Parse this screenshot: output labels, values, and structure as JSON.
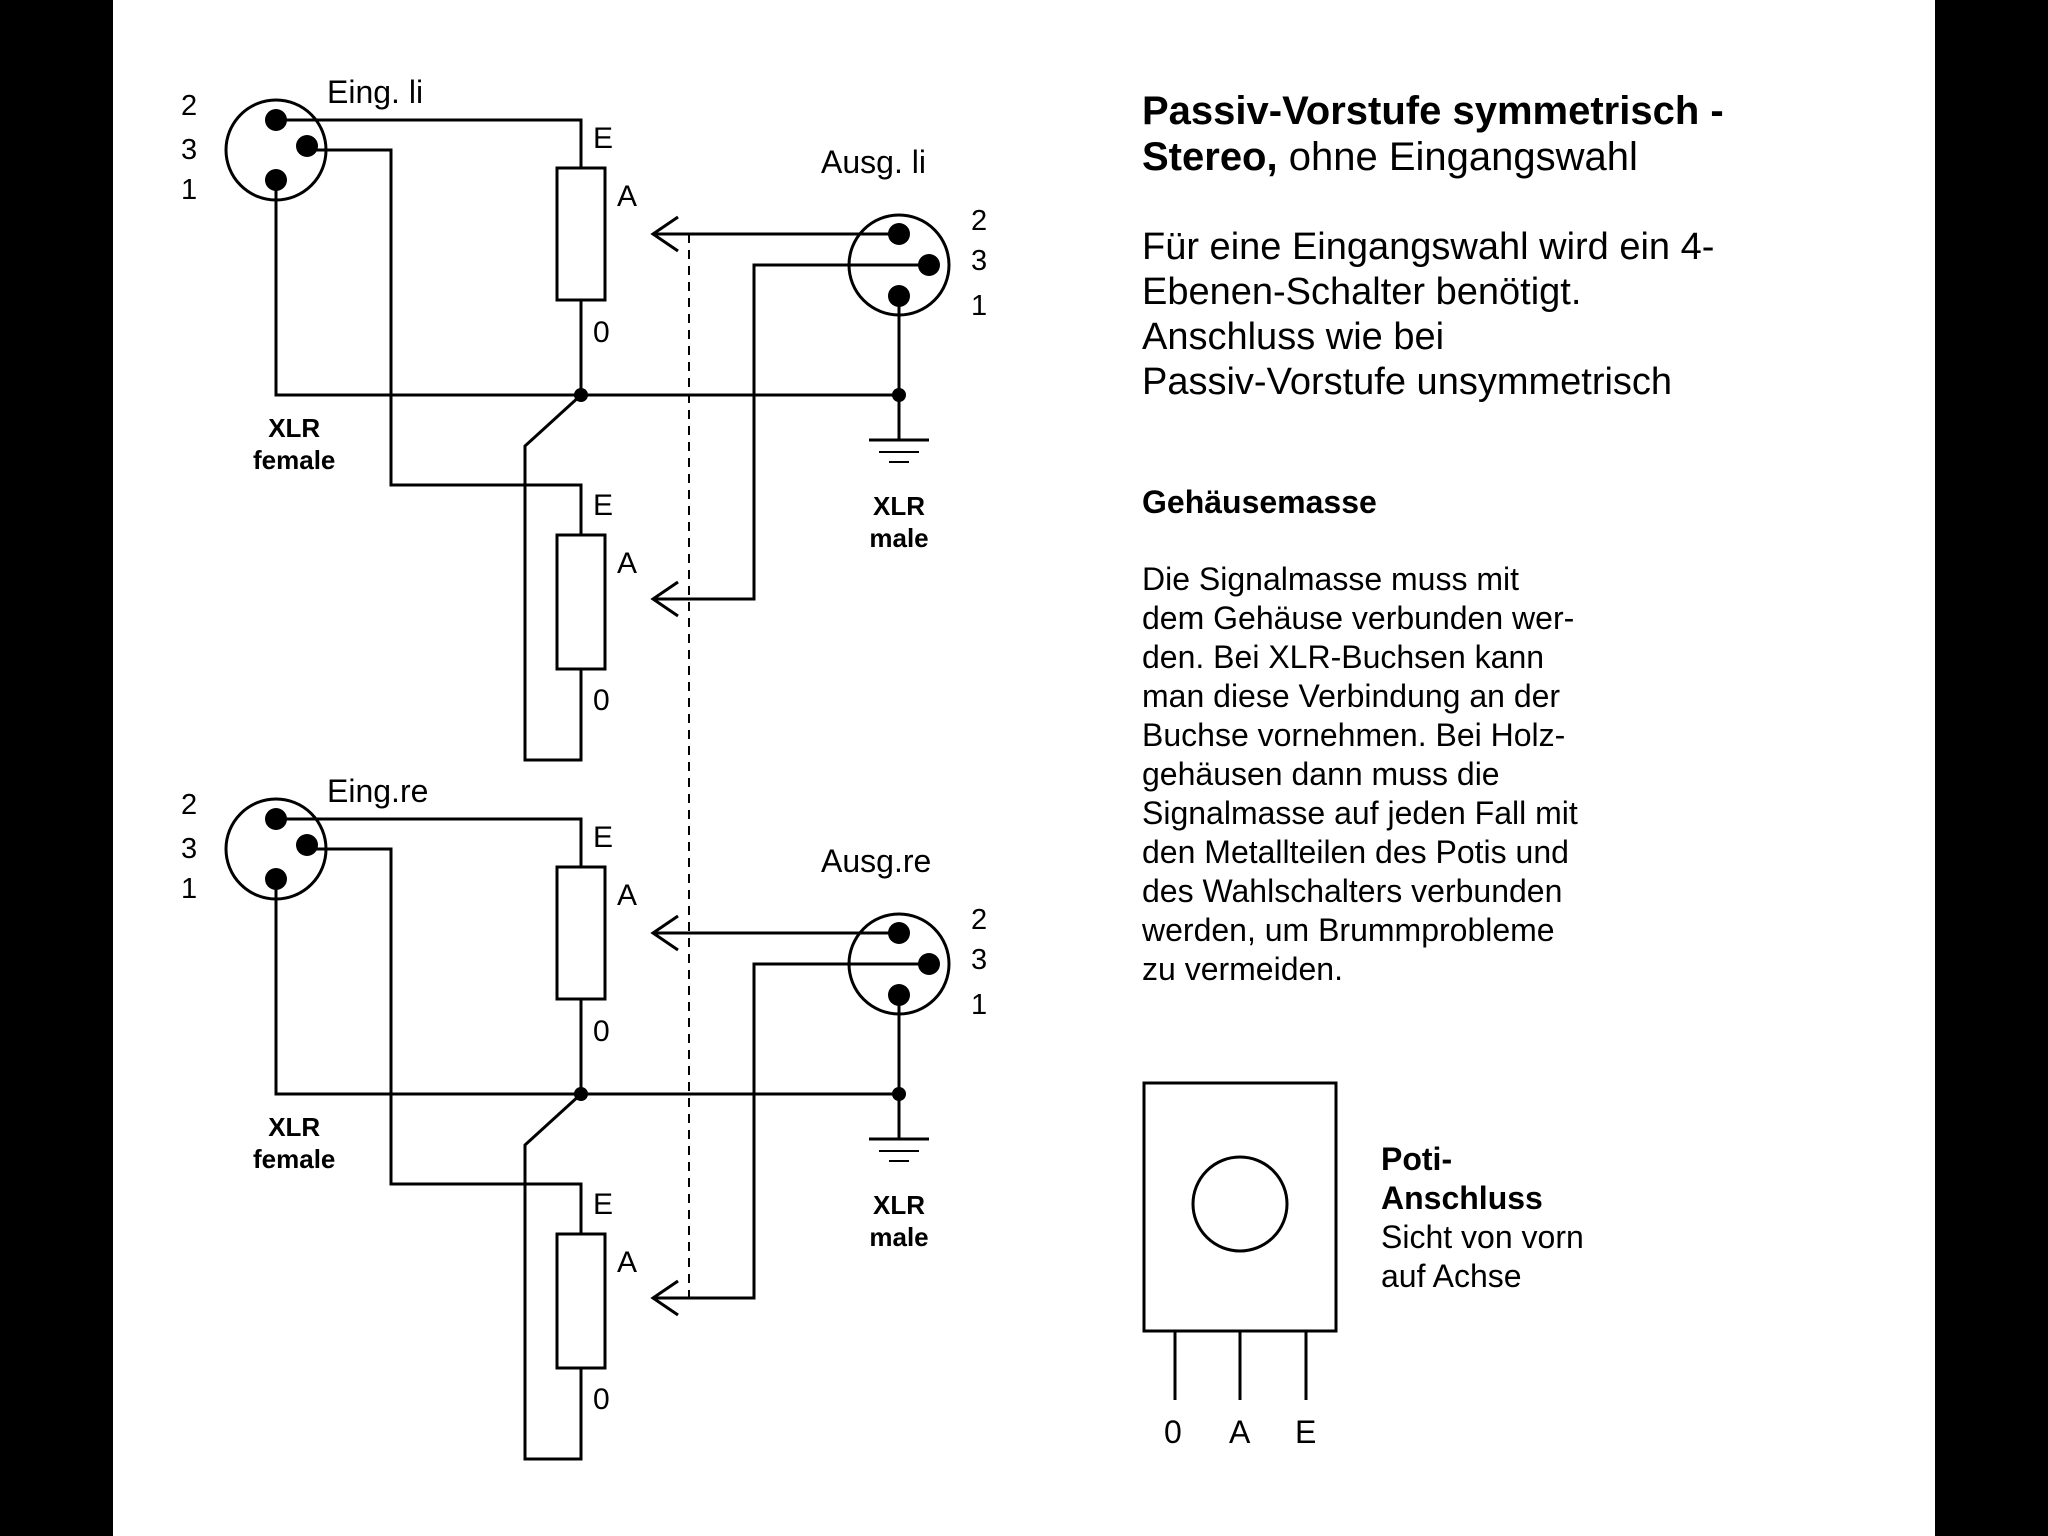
{
  "schematic": {
    "upper": {
      "input_label": "Eing. li",
      "output_label": "Ausg. li",
      "input_pins": [
        "2",
        "3",
        "1"
      ],
      "output_pins": [
        "2",
        "3",
        "1"
      ],
      "female_label": [
        "XLR",
        "female"
      ],
      "male_label": [
        "XLR",
        "male"
      ],
      "pot_a": {
        "e": "E",
        "a": "A",
        "zero": "0"
      },
      "pot_b": {
        "e": "E",
        "a": "A",
        "zero": "0"
      }
    },
    "lower": {
      "input_label": "Eing.re",
      "output_label": "Ausg.re",
      "input_pins": [
        "2",
        "3",
        "1"
      ],
      "output_pins": [
        "2",
        "3",
        "1"
      ],
      "female_label": [
        "XLR",
        "female"
      ],
      "male_label": [
        "XLR",
        "male"
      ],
      "pot_a": {
        "e": "E",
        "a": "A",
        "zero": "0"
      },
      "pot_b": {
        "e": "E",
        "a": "A",
        "zero": "0"
      }
    }
  },
  "title": {
    "line1_bold": "Passiv-Vorstufe symmetrisch -",
    "line2_bold": "Stereo,",
    "line2_rest": " ohne Eingangswahl"
  },
  "note": [
    "Für eine Eingangswahl wird ein 4-",
    "Ebenen-Schalter benötigt.",
    "Anschluss wie bei",
    "Passiv-Vorstufe unsymmetrisch"
  ],
  "gehaeusemasse": {
    "heading": "Gehäusemasse",
    "lines": [
      "Die Signalmasse muss mit",
      "dem Gehäuse verbunden wer-",
      "den. Bei XLR-Buchsen kann",
      "man diese Verbindung an der",
      "Buchse vornehmen. Bei Holz-",
      "gehäusen dann muss die",
      "Signalmasse auf jeden Fall mit",
      "den Metallteilen des Potis und",
      "des Wahlschalters verbunden",
      "werden, um Brummprobleme",
      "zu vermeiden."
    ]
  },
  "poti": {
    "title_lines": [
      "Poti-",
      "Anschluss"
    ],
    "sub_lines": [
      "Sicht von vorn",
      "auf Achse"
    ],
    "pins": [
      "0",
      "A",
      "E"
    ]
  }
}
